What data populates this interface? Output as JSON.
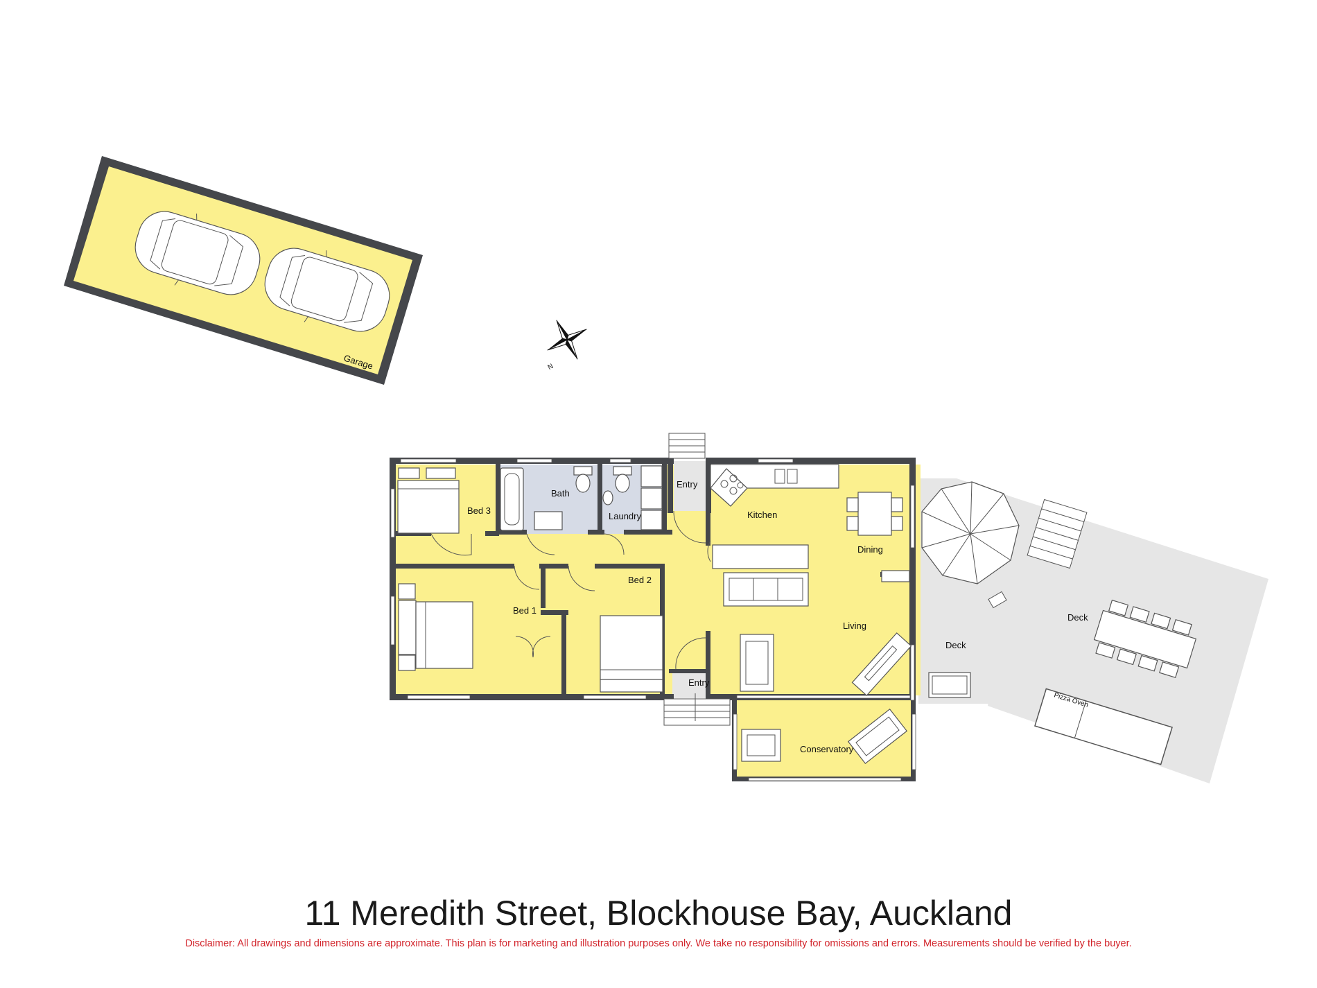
{
  "colors": {
    "room_fill": "#fbf08e",
    "wet_fill": "#d6dbe6",
    "deck_fill": "#e6e6e6",
    "wall": "#45474b",
    "disclaimer": "#d2232a"
  },
  "compass": {
    "label": "N"
  },
  "rooms": {
    "garage": "Garage",
    "bed3": "Bed 3",
    "bath": "Bath",
    "laundry": "Laundry",
    "entry_top": "Entry",
    "kitchen": "Kitchen",
    "dining": "Dining",
    "living": "Living",
    "bed1": "Bed 1",
    "bed2": "Bed 2",
    "entry_bottom": "Entry",
    "conservatory": "Conservatory",
    "deck_small": "Deck",
    "deck_large": "Deck",
    "pizza_oven": "Pizza Oven"
  },
  "address": "11 Meredith Street, Blockhouse Bay, Auckland",
  "disclaimer": "Disclaimer: All drawings and dimensions are approximate. This plan is for marketing and illustration purposes only. We take no responsibility for omissions and errors. Measurements should be verified by the buyer."
}
